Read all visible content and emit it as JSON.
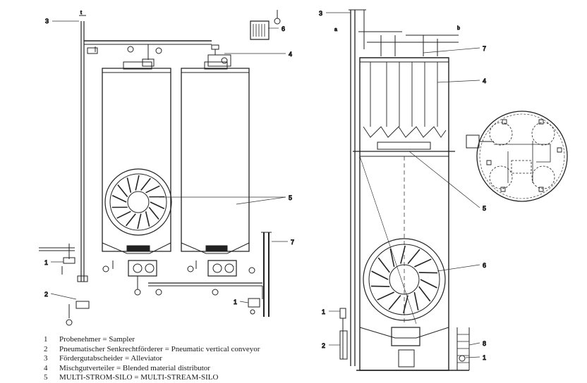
{
  "diagram": {
    "left_callouts": [
      "3",
      "6",
      "4",
      "5",
      "7",
      "1",
      "2",
      "1"
    ],
    "right_callouts": [
      "3",
      "7",
      "4",
      "5",
      "6",
      "1",
      "2",
      "8",
      "1"
    ],
    "tiny_marks": [
      "t",
      "a",
      "b"
    ]
  },
  "legend": [
    {
      "num": "1",
      "text": "Probenehmer = Sampler"
    },
    {
      "num": "2",
      "text": "Pneumatischer Senkrechtförderer = Pneumatic vertical conveyor"
    },
    {
      "num": "3",
      "text": "Fördergutabscheider = Alleviator"
    },
    {
      "num": "4",
      "text": "Mischgutverteiler = Blended material distributor"
    },
    {
      "num": "5",
      "text": "MULTI-STROM-SILO = MULTI-STREAM-SILO"
    }
  ]
}
